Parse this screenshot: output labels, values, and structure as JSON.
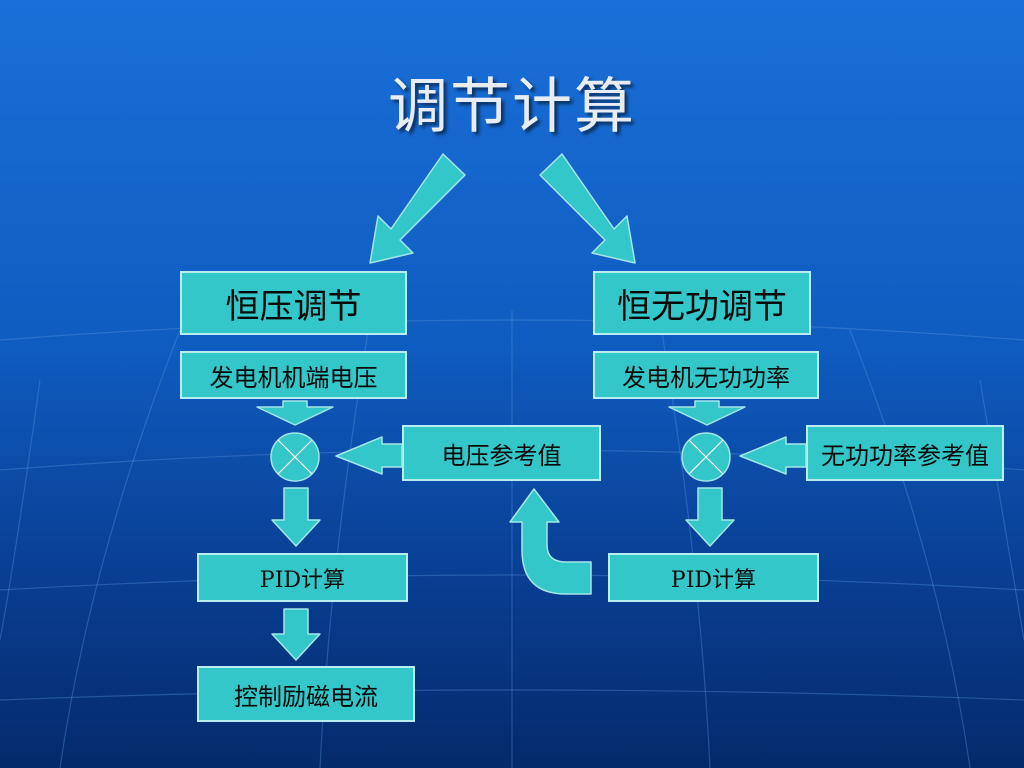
{
  "title": "调节计算",
  "left_branch": {
    "heading": "恒压调节",
    "input": "发电机机端电压",
    "reference": "电压参考值",
    "pid": "PID计算",
    "output": "控制励磁电流"
  },
  "right_branch": {
    "heading": "恒无功调节",
    "input": "发电机无功功率",
    "reference": "无功功率参考值",
    "pid": "PID计算"
  },
  "colors": {
    "background_top": "#1a6fd8",
    "background_bottom": "#052a6b",
    "box_fill": "#33c7c9",
    "box_border": "#b9eef0",
    "arrow_fill": "#33c7c9",
    "title_text": "#e8ecf4"
  }
}
